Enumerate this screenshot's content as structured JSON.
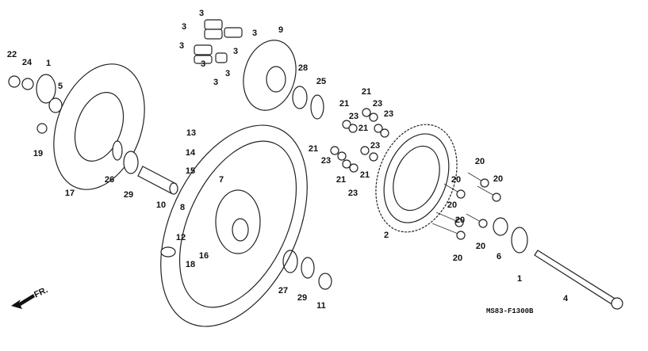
{
  "diagram": {
    "part_labels": [
      "3",
      "3",
      "3",
      "3",
      "3",
      "3",
      "3",
      "3",
      "9",
      "28",
      "25",
      "22",
      "24",
      "1",
      "5",
      "19",
      "17",
      "26",
      "29",
      "10",
      "13",
      "14",
      "15",
      "7",
      "8",
      "12",
      "16",
      "18",
      "27",
      "29",
      "11",
      "2",
      "21",
      "23",
      "21",
      "23",
      "21",
      "23",
      "23",
      "21",
      "23",
      "21",
      "21",
      "23",
      "20",
      "20",
      "20",
      "20",
      "20",
      "20",
      "20",
      "6",
      "1",
      "4"
    ],
    "diagram_code": "MS83-F1300B",
    "front_arrow_label": "FR."
  }
}
